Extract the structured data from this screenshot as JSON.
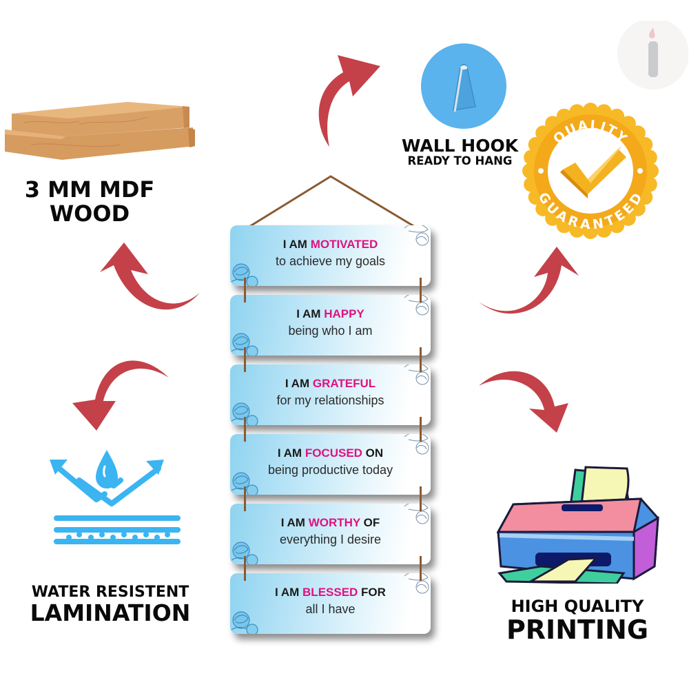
{
  "features": {
    "wood": {
      "line1": "3 MM MDF",
      "line2": "WOOD"
    },
    "hook": {
      "line1": "WALL HOOK",
      "line2": "READY TO HANG"
    },
    "quality_badge": {
      "top": "QUALITY",
      "bottom": "GUARANTEED"
    },
    "lamination": {
      "line1": "WATER RESISTENT",
      "line2": "LAMINATION"
    },
    "printing": {
      "line1": "HIGH QUALITY",
      "line2": "PRINTING"
    }
  },
  "planks": [
    {
      "prefix": "I AM ",
      "highlight": "MOTIVATED",
      "suffix": "",
      "line2": "to achieve my goals"
    },
    {
      "prefix": "I AM ",
      "highlight": "HAPPY",
      "suffix": "",
      "line2": "being who I am"
    },
    {
      "prefix": "I AM ",
      "highlight": "GRATEFUL",
      "suffix": "",
      "line2": "for my relationships"
    },
    {
      "prefix": "I AM ",
      "highlight": "FOCUSED",
      "suffix": " ON",
      "line2": "being productive today"
    },
    {
      "prefix": "I AM ",
      "highlight": "WORTHY",
      "suffix": " OF",
      "line2": "everything I desire"
    },
    {
      "prefix": "I AM ",
      "highlight": "BLESSED",
      "suffix": " FOR",
      "line2": "all I have"
    }
  ],
  "colors": {
    "arrow": "#c4414a",
    "highlight": "#e0117f",
    "water_blue": "#3bb4f2",
    "badge_gold": "#f5b21f",
    "hook_blue": "#5ab3ec"
  },
  "icons": [
    "wood-planks-icon",
    "wall-hook-icon",
    "quality-badge-icon",
    "water-resistant-icon",
    "printer-icon",
    "brand-logo-icon",
    "curved-arrow-icon"
  ]
}
